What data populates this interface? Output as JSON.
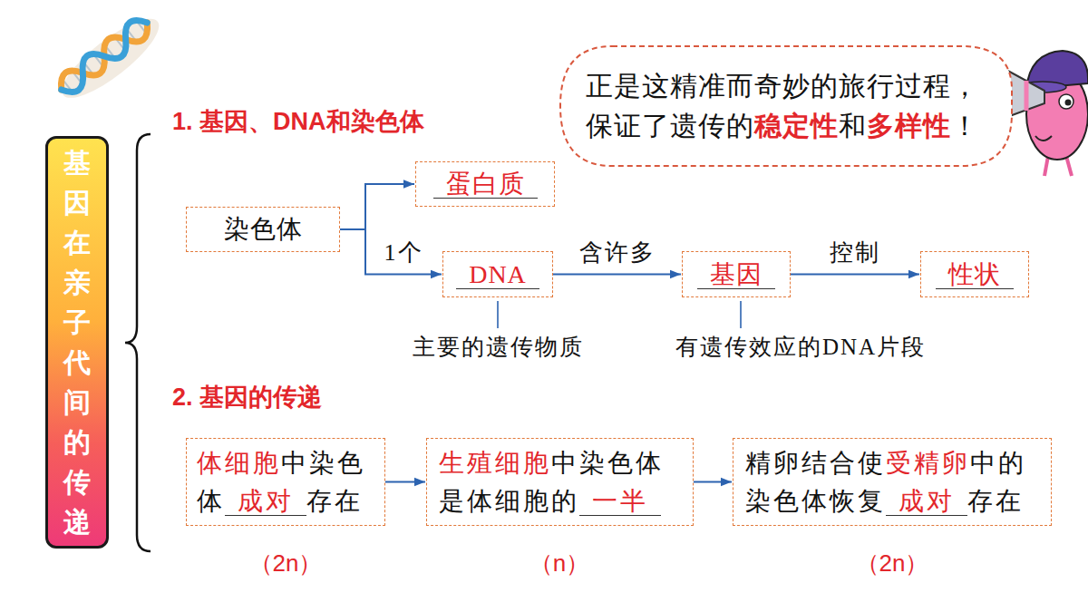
{
  "diagram": {
    "nodes": [
      {
        "text": [
          "基因在亲子代间的传递"
        ]
      },
      {
        "text": [
          "正是这精准而奇妙的旅行过程，保证了遗传的稳定性和多样性！"
        ]
      },
      {
        "text": [
          "蛋白质"
        ]
      },
      {
        "text": [
          "染色体"
        ]
      },
      {
        "text": [
          "DNA"
        ]
      },
      {
        "text": [
          "基因"
        ]
      },
      {
        "text": [
          "性状"
        ]
      },
      {
        "text": [
          "体细胞中染色体成对存在"
        ]
      },
      {
        "text": [
          "生殖细胞中染色体是体细胞的一半"
        ]
      },
      {
        "text": [
          "精卵结合使受精卵中的染色体恢复成对存在"
        ]
      }
    ],
    "edges": [
      {
        "from": 3,
        "to": 2,
        "arrow": "to"
      },
      {
        "from": 3,
        "to": 4,
        "label": "1个",
        "arrow": "to"
      },
      {
        "from": 4,
        "to": 5,
        "label": "含许多",
        "arrow": "to"
      },
      {
        "from": 5,
        "to": 6,
        "label": "控制",
        "arrow": "to"
      },
      {
        "from": 7,
        "to": 8,
        "arrow": "to"
      },
      {
        "from": 8,
        "to": 9,
        "arrow": "to"
      }
    ],
    "labels": [
      "1. 基因、DNA和染色体",
      "主要的遗传物质",
      "有遗传效应的DNA片段",
      "2. 基因的传递",
      "（2n）",
      "（n）",
      "（2n）"
    ]
  }
}
